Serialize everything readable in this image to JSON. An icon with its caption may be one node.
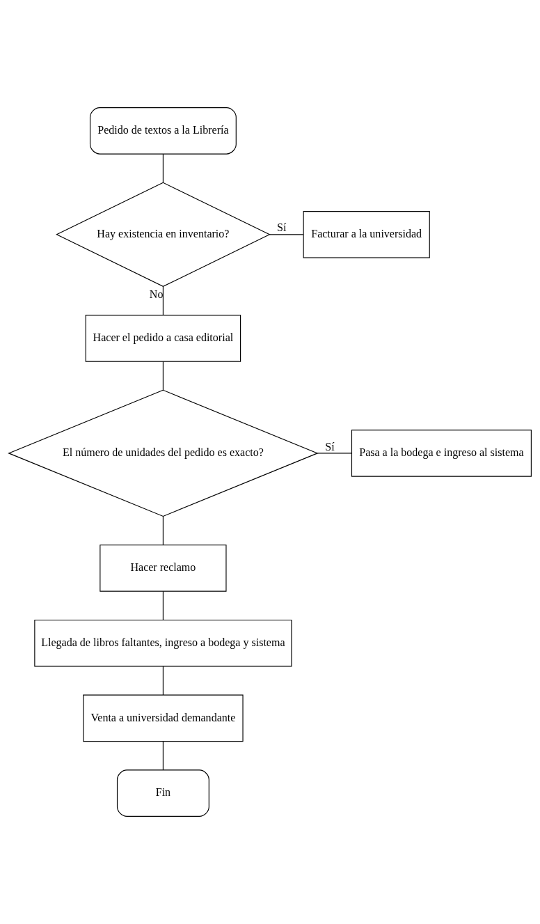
{
  "diagram": {
    "nodes": [
      {
        "text": [
          "Pedido de textos a la Librería"
        ]
      },
      {
        "text": [
          "Hay existencia en inventario?"
        ]
      },
      {
        "text": [
          "Facturar a la universidad"
        ]
      },
      {
        "text": [
          "Hacer el pedido a casa editorial"
        ]
      },
      {
        "text": [
          "El número de unidades del pedido es exacto?"
        ]
      },
      {
        "text": [
          "Pasa a la bodega e ingreso al sistema"
        ]
      },
      {
        "text": [
          "Hacer reclamo"
        ]
      },
      {
        "text": [
          "Llegada de libros faltantes, ingreso a bodega y sistema"
        ]
      },
      {
        "text": [
          "Venta a universidad demandante"
        ]
      },
      {
        "text": [
          "Fin"
        ]
      }
    ],
    "edges": [
      {
        "from": 0,
        "to": 1,
        "arrow": "none"
      },
      {
        "from": 1,
        "to": 2,
        "arrow": "none",
        "label": "Sí"
      },
      {
        "from": 1,
        "to": 3,
        "arrow": "none",
        "label": "No"
      },
      {
        "from": 3,
        "to": 4,
        "arrow": "none"
      },
      {
        "from": 4,
        "to": 5,
        "arrow": "none",
        "label": "Sí"
      },
      {
        "from": 4,
        "to": 6,
        "arrow": "none"
      },
      {
        "from": 6,
        "to": 7,
        "arrow": "none"
      },
      {
        "from": 7,
        "to": 8,
        "arrow": "none"
      },
      {
        "from": 8,
        "to": 9,
        "arrow": "none"
      }
    ]
  }
}
